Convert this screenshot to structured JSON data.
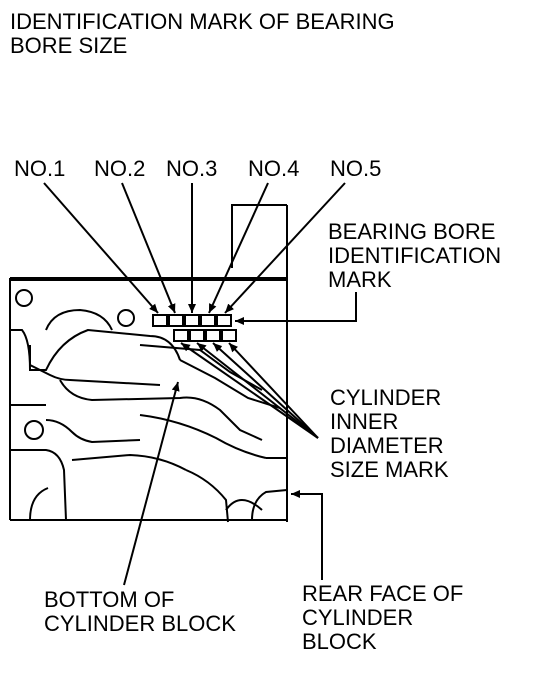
{
  "title": {
    "line1": "IDENTIFICATION  MARK OF BEARING",
    "line2": "BORE SIZE"
  },
  "labels": {
    "no1": "NO.1",
    "no2": "NO.2",
    "no3": "NO.3",
    "no4": "NO.4",
    "no5": "NO.5",
    "bearing_bore": [
      "BEARING BORE",
      "IDENTIFICATION",
      "MARK"
    ],
    "cylinder_inner": [
      "CYLINDER",
      "INNER",
      "DIAMETER",
      "SIZE MARK"
    ],
    "bottom_block": [
      "BOTTOM OF",
      "CYLINDER BLOCK"
    ],
    "rear_face": [
      "REAR FACE OF",
      "CYLINDER",
      "BLOCK"
    ]
  }
}
